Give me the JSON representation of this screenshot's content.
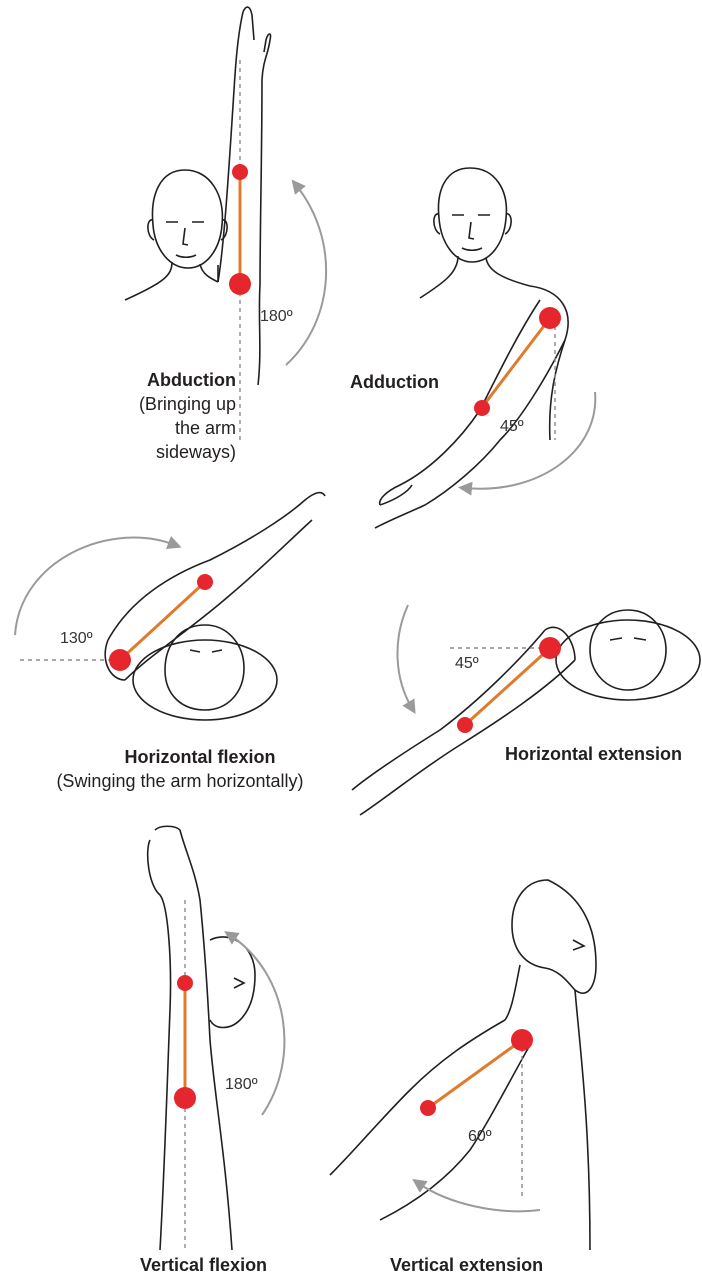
{
  "colors": {
    "line": "#231f20",
    "joint": "#e5262d",
    "bone": "#e07b2c",
    "guide": "#8a8a8a",
    "arrow": "#9a9a9a"
  },
  "panels": [
    {
      "id": "abduction",
      "title": "Abduction",
      "subtitle": [
        "(Bringing up",
        "the arm",
        "sideways)"
      ],
      "angle": "180º"
    },
    {
      "id": "adduction",
      "title": "Adduction",
      "angle": "45º"
    },
    {
      "id": "horizontal-flexion",
      "title": "Horizontal flexion",
      "subtitle": [
        "(Swinging the arm horizontally)"
      ],
      "angle": "130º"
    },
    {
      "id": "horizontal-extension",
      "title": "Horizontal extension",
      "angle": "45º"
    },
    {
      "id": "vertical-flexion",
      "title": "Vertical flexion",
      "angle": "180º"
    },
    {
      "id": "vertical-extension",
      "title": "Vertical extension",
      "angle": "60º"
    }
  ]
}
